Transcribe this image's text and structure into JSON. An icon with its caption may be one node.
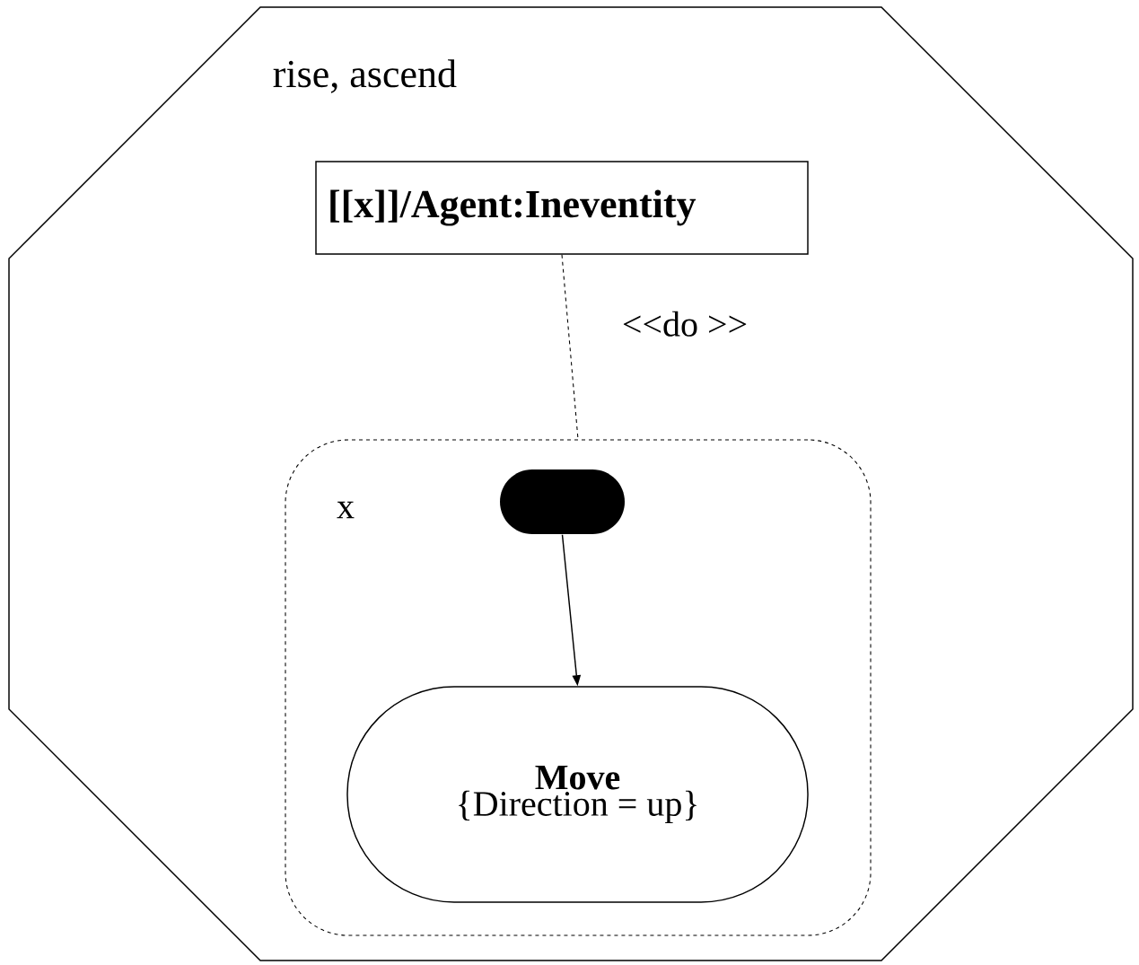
{
  "diagram": {
    "nodes": [
      {
        "text": [
          "rise, ascend"
        ]
      },
      {
        "text": [
          "[[x]]/Agent:Ineventity"
        ],
        "in": 0
      },
      {
        "text": [
          "x"
        ],
        "in": 0
      },
      {
        "text": [],
        "shape": "box",
        "in": 2
      },
      {
        "text": [
          "Move",
          "{Direction = up}"
        ],
        "in": 2
      }
    ],
    "edges": [
      {
        "from": 1,
        "to": 2,
        "arrow": "none",
        "style": "dashed",
        "label": "<<do >>"
      },
      {
        "from": 3,
        "to": 4,
        "arrow": "to"
      }
    ]
  }
}
